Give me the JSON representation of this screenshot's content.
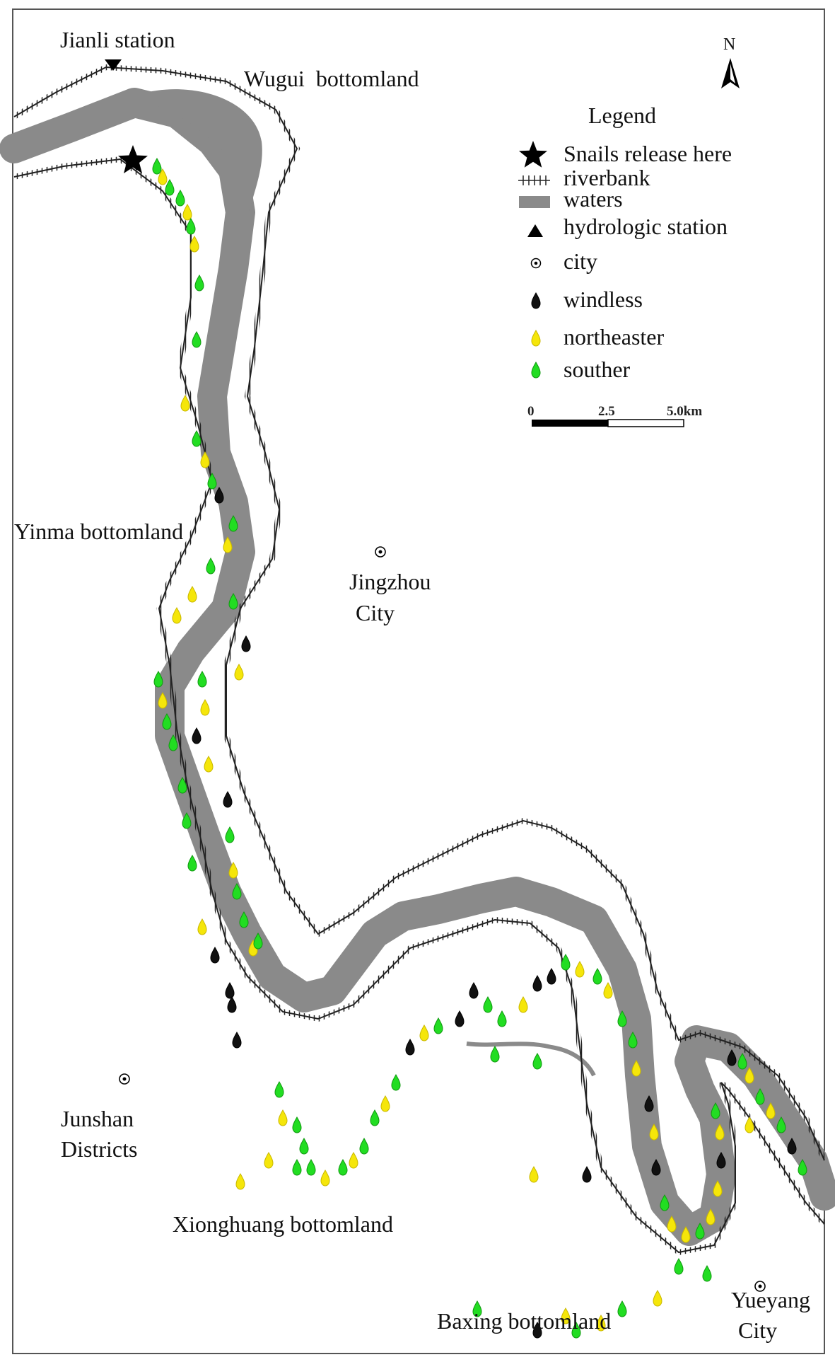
{
  "map": {
    "labels": {
      "jianli_station": "Jianli station",
      "wugui": "Wugui  bottomland",
      "yinma": "Yinma bottomland",
      "jingzhou_line1": "Jingzhou",
      "jingzhou_line2": "City",
      "junshan_line1": "Junshan",
      "junshan_line2": "Districts",
      "xionghuang": "Xionghuang bottomland",
      "baxing": "Baxing bottomland",
      "yueyang_line1": "Yueyang",
      "yueyang_line2": "City"
    },
    "north_arrow": "N"
  },
  "legend": {
    "title": "Legend",
    "items": [
      {
        "label": "Snails release here",
        "symbol": "star-icon"
      },
      {
        "label": "riverbank",
        "symbol": "riverbank-line-icon"
      },
      {
        "label": "waters",
        "symbol": "waters-swatch-icon"
      },
      {
        "label": "hydrologic station",
        "symbol": "triangle-icon"
      },
      {
        "label": "city",
        "symbol": "city-dot-icon"
      },
      {
        "label": "windless",
        "symbol": "droplet-icon",
        "color": "#111111"
      },
      {
        "label": "northeaster",
        "symbol": "droplet-icon",
        "color": "#f5e60a"
      },
      {
        "label": "souther",
        "symbol": "droplet-icon",
        "color": "#22dd22"
      }
    ]
  },
  "scale_bar": {
    "tick_0": "0",
    "tick_1": "2.5",
    "tick_2": "5.0km"
  },
  "colors": {
    "waters": "#8a8a8a",
    "windless": "#111111",
    "northeaster": "#f5e60a",
    "souther": "#22dd22"
  }
}
